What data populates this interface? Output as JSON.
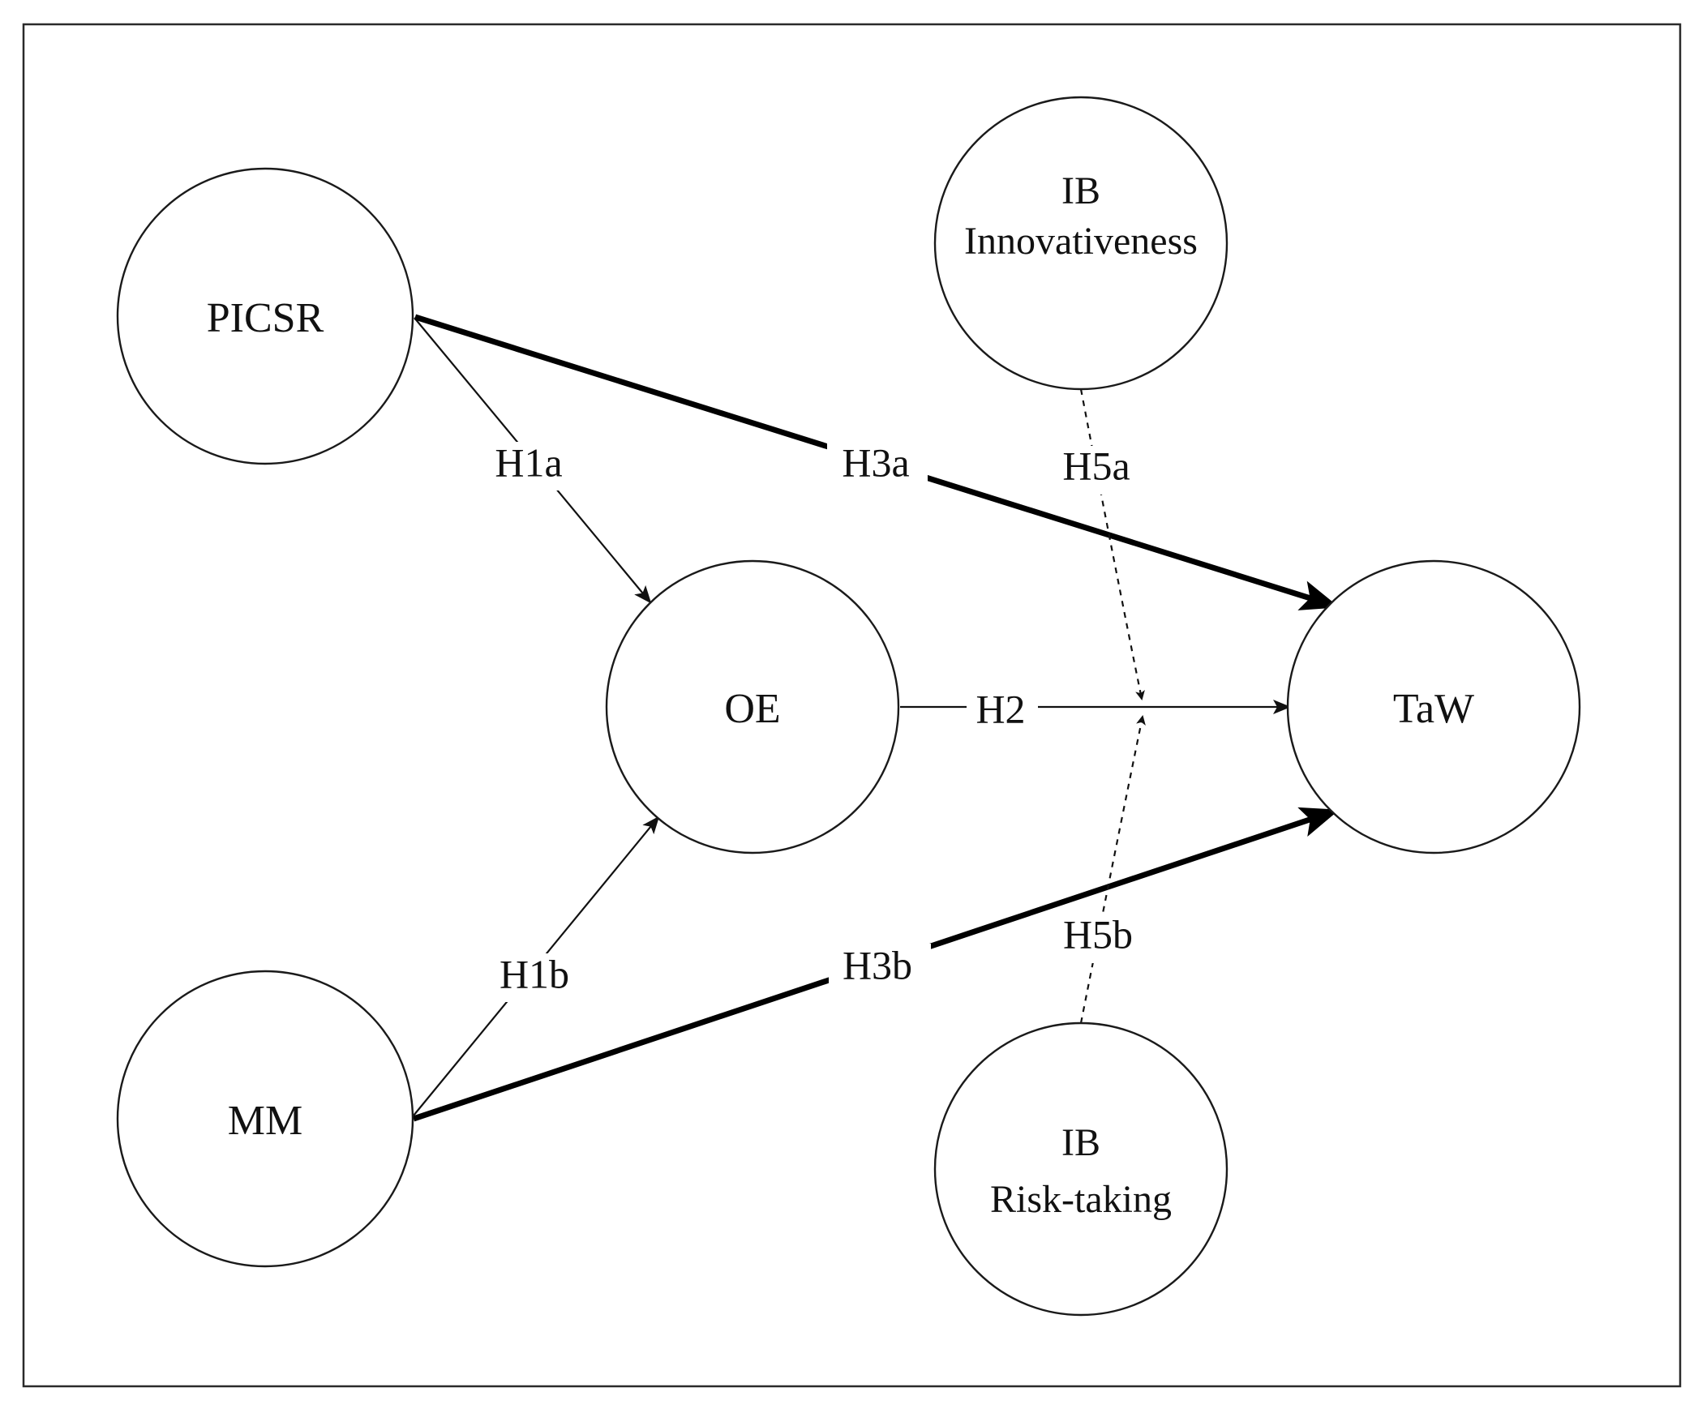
{
  "nodes": {
    "picsr": {
      "label": "PICSR"
    },
    "mm": {
      "label": "MM"
    },
    "oe": {
      "label": "OE"
    },
    "taw": {
      "label": "TaW"
    },
    "ib_innovativeness": {
      "line1": "IB",
      "line2": "Innovativeness"
    },
    "ib_risk": {
      "line1": "IB",
      "line2": "Risk-taking"
    }
  },
  "edges": {
    "h1a": {
      "label": "H1a",
      "from": "PICSR",
      "to": "OE",
      "style": "thin"
    },
    "h1b": {
      "label": "H1b",
      "from": "MM",
      "to": "OE",
      "style": "thin"
    },
    "h2": {
      "label": "H2",
      "from": "OE",
      "to": "TaW",
      "style": "thin"
    },
    "h3a": {
      "label": "H3a",
      "from": "PICSR",
      "to": "TaW",
      "style": "thick"
    },
    "h3b": {
      "label": "H3b",
      "from": "MM",
      "to": "TaW",
      "style": "thick"
    },
    "h5a": {
      "label": "H5a",
      "from": "IB Innovativeness",
      "to": "H2",
      "style": "dashed"
    },
    "h5b": {
      "label": "H5b",
      "from": "IB Risk-taking",
      "to": "H2",
      "style": "dashed"
    }
  }
}
